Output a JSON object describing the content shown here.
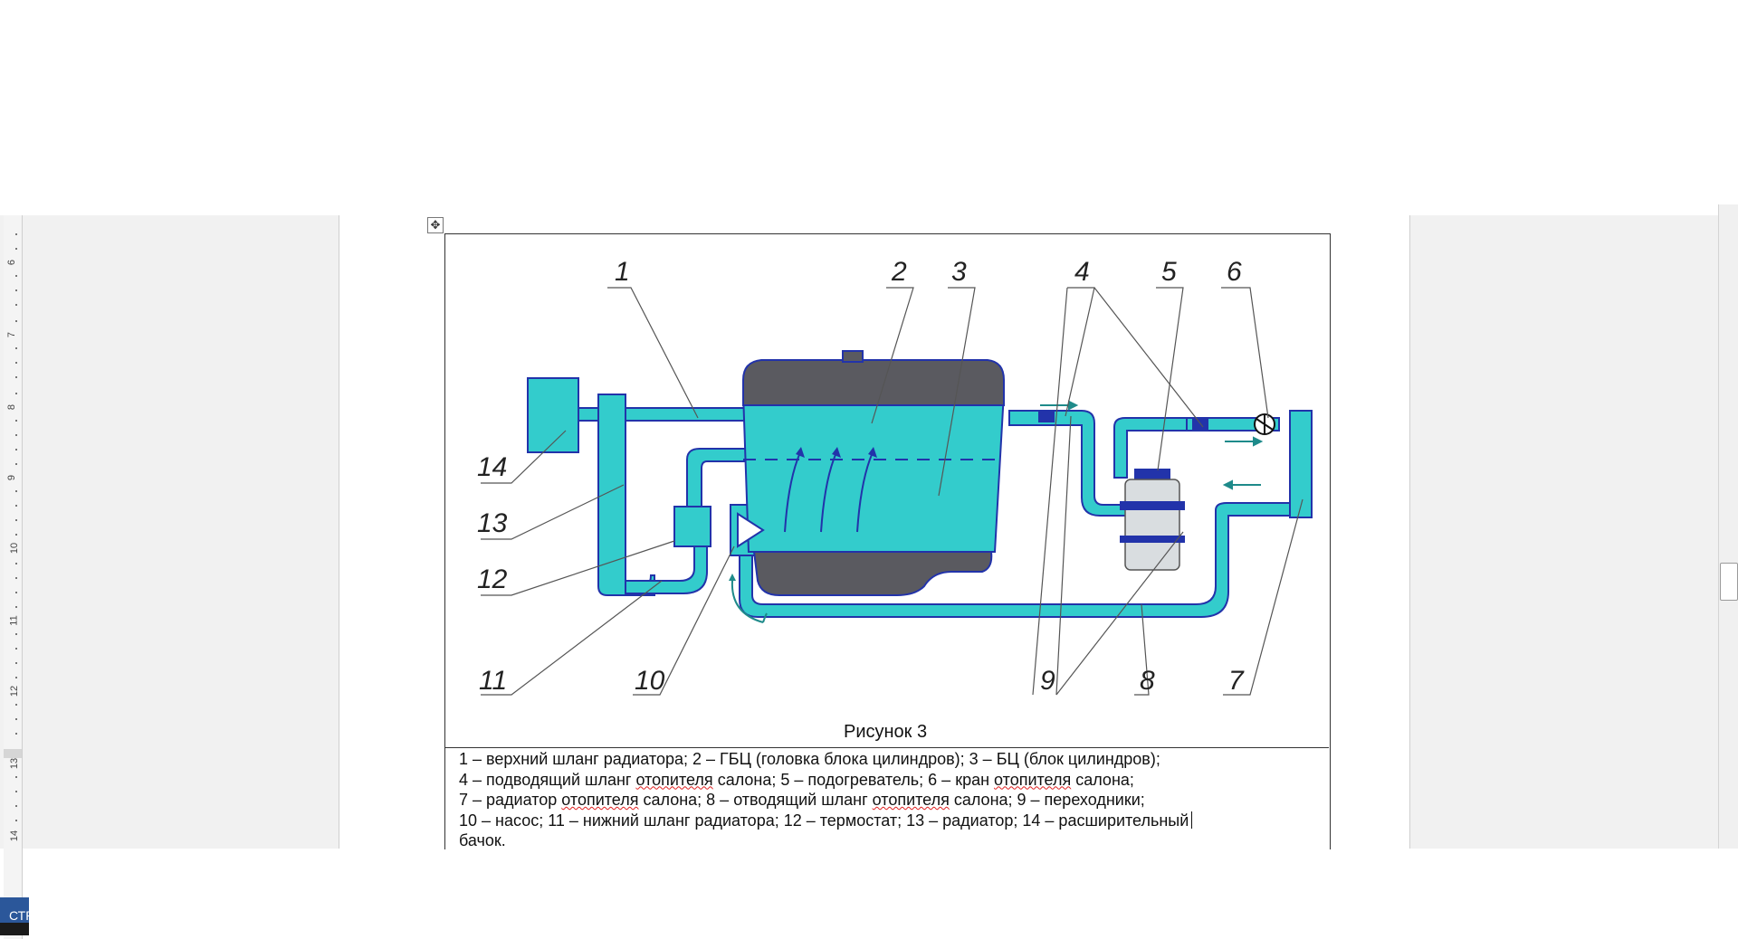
{
  "ruler": {
    "marks": [
      "6",
      "7",
      "8",
      "9",
      "10",
      "11",
      "12",
      "13",
      "14"
    ]
  },
  "figure": {
    "callouts": [
      "1",
      "2",
      "3",
      "4",
      "5",
      "6",
      "7",
      "8",
      "9",
      "10",
      "11",
      "12",
      "13",
      "14"
    ],
    "caption": "Рисунок 3",
    "colors": {
      "coolant": "#33cccc",
      "outline": "#2233aa",
      "engine_gray": "#5a5a60"
    }
  },
  "legend": {
    "line1": "1 – верхний шланг радиатора; 2 – ГБЦ (головка блока цилиндров); 3 – БЦ (блок цилиндров);",
    "line2_a": "4 – подводящий шланг ",
    "line2_b": "отопителя",
    "line2_c": " салона; 5 – подогреватель; 6 – кран ",
    "line2_d": "отопителя",
    "line2_e": " салона;",
    "line3_a": "7 – радиатор ",
    "line3_b": "отопителя",
    "line3_c": " салона; 8 – отводящий шланг ",
    "line3_d": "отопителя",
    "line3_e": " салона; 9 – переходники;",
    "line4": "10 – насос; 11 – нижний шланг радиатора; 12 – термостат; 13 – радиатор; 14 – расширительный",
    "line5": "бачок."
  },
  "statusbar": {
    "label": "СТР"
  }
}
